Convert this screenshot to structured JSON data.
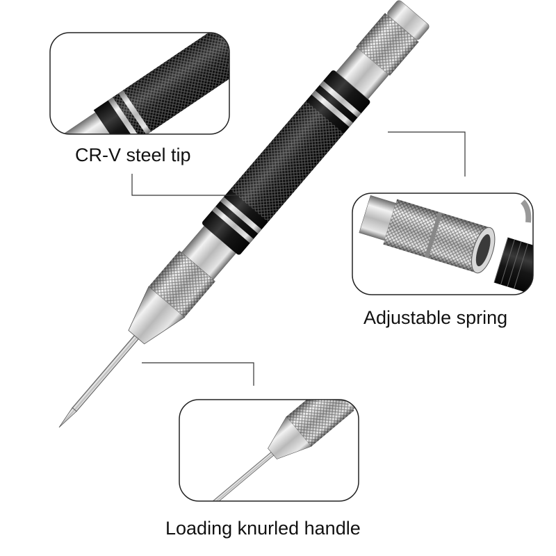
{
  "labels": {
    "tip": "CR-V steel tip",
    "spring": "Adjustable spring",
    "handle": "Loading knurled handle"
  },
  "colors": {
    "steel_light": "#f2f2f2",
    "steel_mid": "#b9b9b9",
    "steel_dark": "#6e6e6e",
    "knurl_black": "#1b1b1b",
    "leader_line": "#333333",
    "panel_border": "#222222"
  }
}
